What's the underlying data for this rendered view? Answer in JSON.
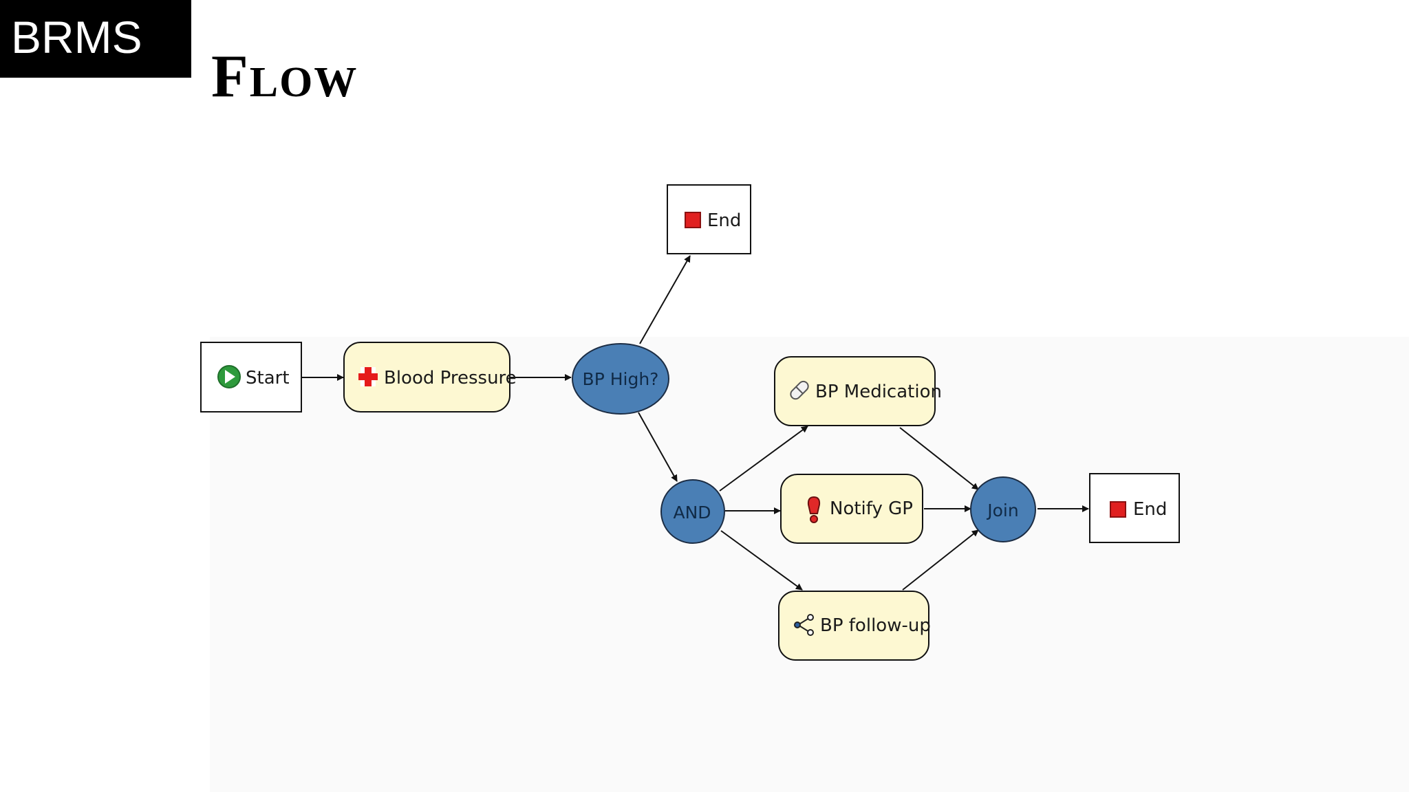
{
  "header": {
    "brand": "BRMS",
    "title": "Flow"
  },
  "diagram": {
    "nodes": {
      "start": {
        "label": "Start",
        "icon": "play-icon"
      },
      "blood_pressure": {
        "label": "Blood Pressure",
        "icon": "red-cross-icon"
      },
      "bp_high": {
        "label": "BP High?"
      },
      "end_top": {
        "label": "End",
        "icon": "stop-icon"
      },
      "and": {
        "label": "AND"
      },
      "bp_medication": {
        "label": "BP Medication",
        "icon": "pill-icon"
      },
      "notify_gp": {
        "label": "Notify GP",
        "icon": "alert-icon"
      },
      "bp_followup": {
        "label": "BP follow-up",
        "icon": "subflow-icon"
      },
      "join": {
        "label": "Join"
      },
      "end_right": {
        "label": "End",
        "icon": "stop-icon"
      }
    },
    "colors": {
      "task_fill": "#fdf8d2",
      "gateway_fill": "#4a7fb5",
      "end_square": "#e02020",
      "start_icon": "#2e9a3c"
    }
  }
}
